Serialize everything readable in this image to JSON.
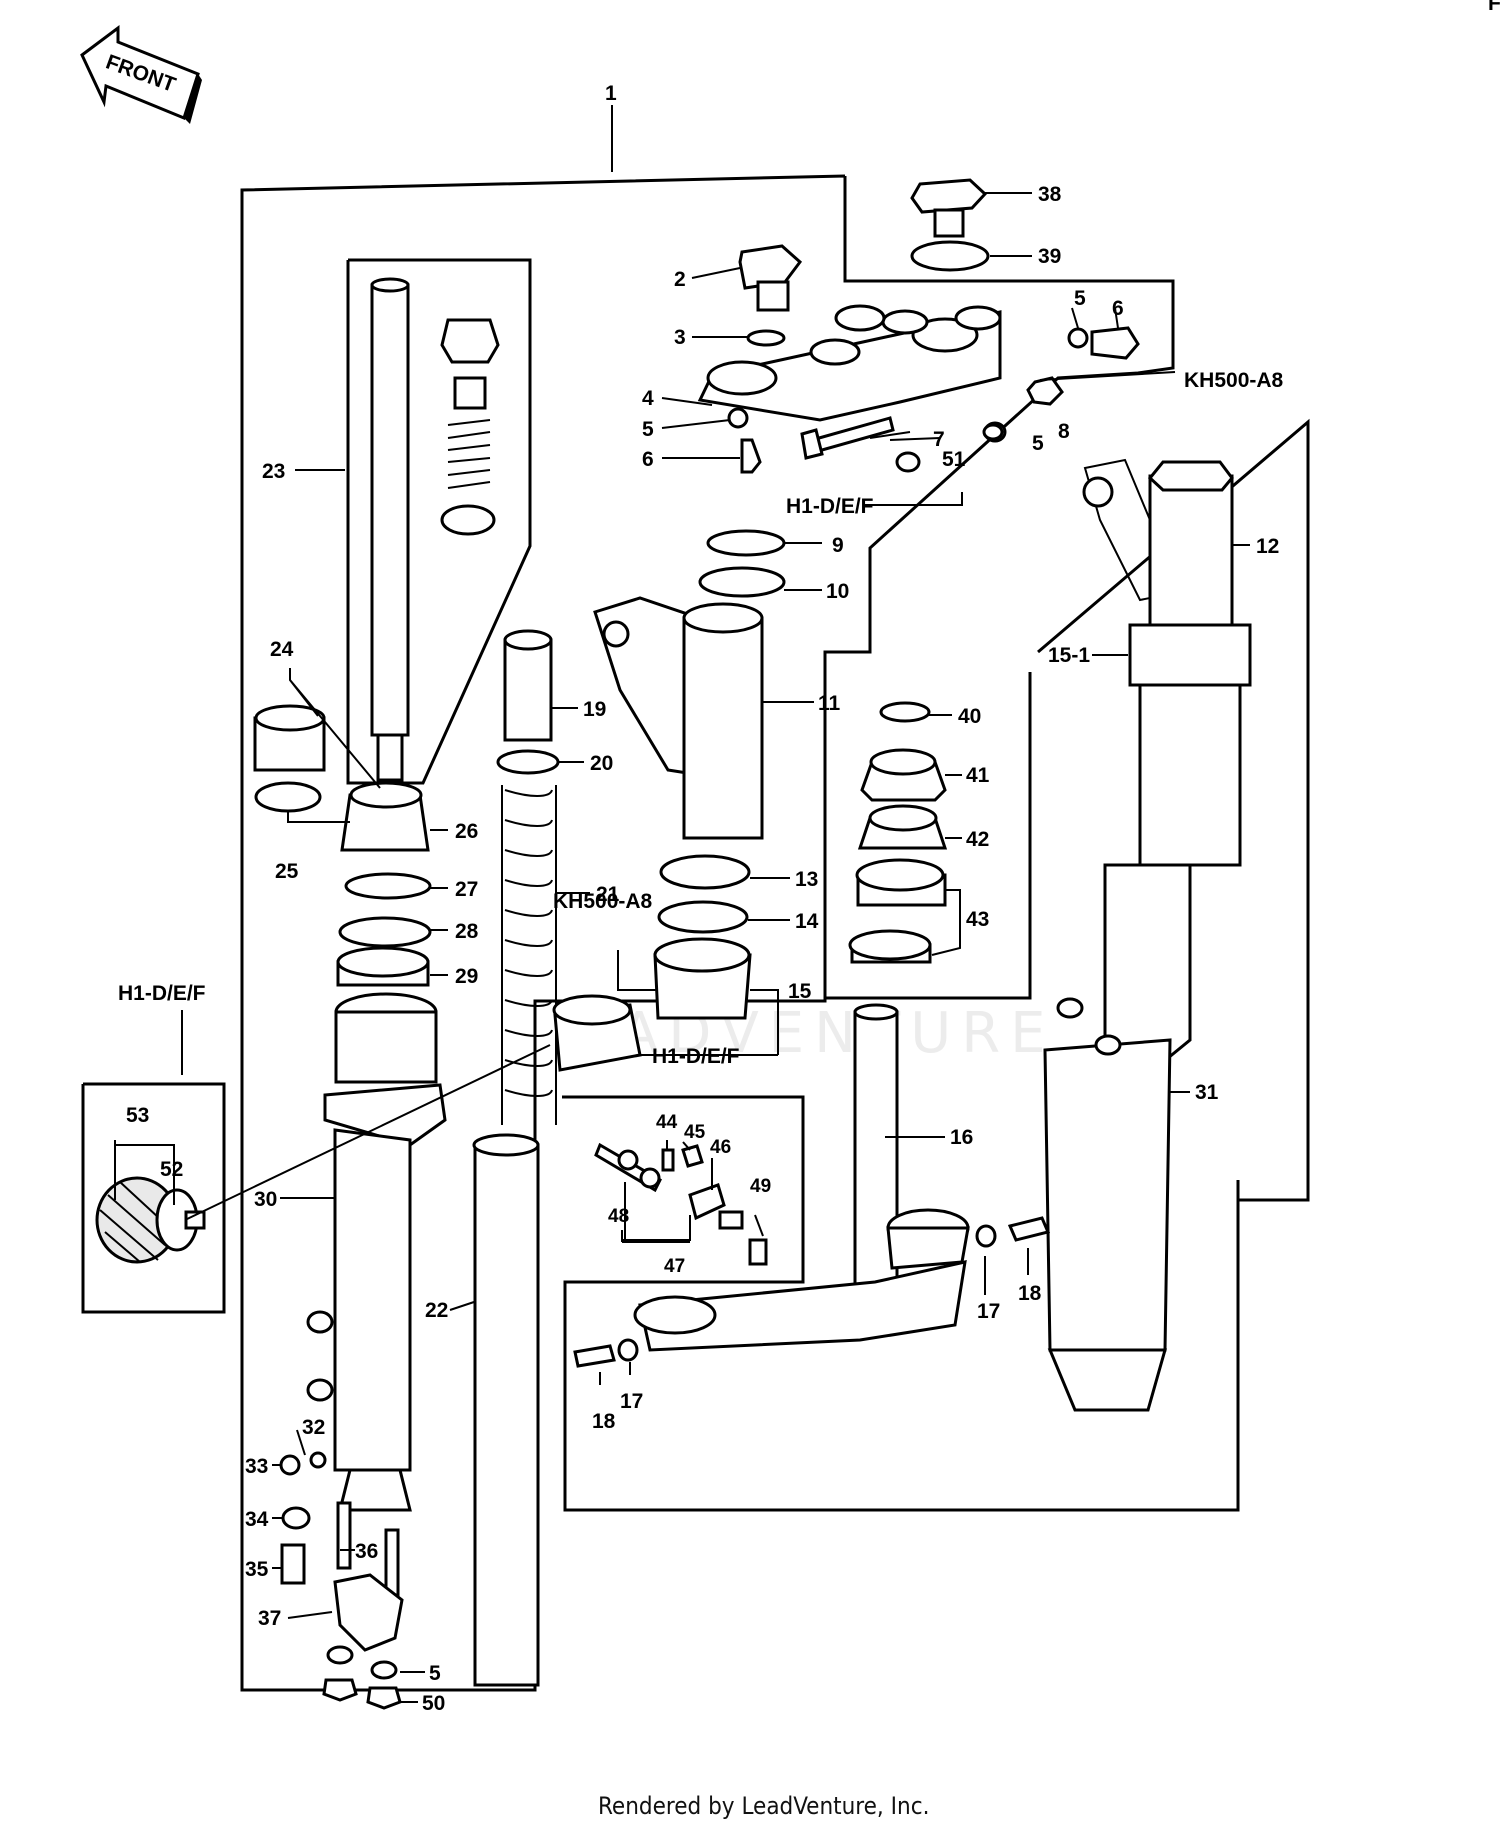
{
  "front_label": "FRONT",
  "corner_mark": "F",
  "footer": "Rendered by LeadVenture, Inc.",
  "watermark": "ADVENTURE",
  "model_codes": {
    "kh_top": "KH500-A8",
    "h1_top": "H1-D/E/F",
    "kh_mid": "KH500-A8",
    "h1_mid": "H1-D/E/F",
    "h1_left": "H1-D/E/F"
  },
  "callouts": [
    {
      "id": "c1",
      "text": "1"
    },
    {
      "id": "c2",
      "text": "2"
    },
    {
      "id": "c3",
      "text": "3"
    },
    {
      "id": "c4",
      "text": "4"
    },
    {
      "id": "c5a",
      "text": "5"
    },
    {
      "id": "c6a",
      "text": "6"
    },
    {
      "id": "c5b",
      "text": "5"
    },
    {
      "id": "c6b",
      "text": "6"
    },
    {
      "id": "c7",
      "text": "7"
    },
    {
      "id": "c5c",
      "text": "5"
    },
    {
      "id": "c8",
      "text": "8"
    },
    {
      "id": "c51",
      "text": "51"
    },
    {
      "id": "c38",
      "text": "38"
    },
    {
      "id": "c39",
      "text": "39"
    },
    {
      "id": "c9",
      "text": "9"
    },
    {
      "id": "c10",
      "text": "10"
    },
    {
      "id": "c11",
      "text": "11"
    },
    {
      "id": "c12",
      "text": "12"
    },
    {
      "id": "c15-1",
      "text": "15-1"
    },
    {
      "id": "c23",
      "text": "23"
    },
    {
      "id": "c24",
      "text": "24"
    },
    {
      "id": "c25",
      "text": "25"
    },
    {
      "id": "c26",
      "text": "26"
    },
    {
      "id": "c27",
      "text": "27"
    },
    {
      "id": "c28",
      "text": "28"
    },
    {
      "id": "c29",
      "text": "29"
    },
    {
      "id": "c19",
      "text": "19"
    },
    {
      "id": "c20",
      "text": "20"
    },
    {
      "id": "c21",
      "text": "21"
    },
    {
      "id": "c13",
      "text": "13"
    },
    {
      "id": "c14",
      "text": "14"
    },
    {
      "id": "c15",
      "text": "15"
    },
    {
      "id": "c40",
      "text": "40"
    },
    {
      "id": "c41",
      "text": "41"
    },
    {
      "id": "c42",
      "text": "42"
    },
    {
      "id": "c43",
      "text": "43"
    },
    {
      "id": "c53",
      "text": "53"
    },
    {
      "id": "c52",
      "text": "52"
    },
    {
      "id": "c30",
      "text": "30"
    },
    {
      "id": "c22",
      "text": "22"
    },
    {
      "id": "c16",
      "text": "16"
    },
    {
      "id": "c31",
      "text": "31"
    },
    {
      "id": "c44",
      "text": "44"
    },
    {
      "id": "c45",
      "text": "45"
    },
    {
      "id": "c46",
      "text": "46"
    },
    {
      "id": "c48",
      "text": "48"
    },
    {
      "id": "c49",
      "text": "49"
    },
    {
      "id": "c47",
      "text": "47"
    },
    {
      "id": "c17a",
      "text": "17"
    },
    {
      "id": "c18a",
      "text": "18"
    },
    {
      "id": "c17b",
      "text": "17"
    },
    {
      "id": "c18b",
      "text": "18"
    },
    {
      "id": "c32",
      "text": "32"
    },
    {
      "id": "c33",
      "text": "33"
    },
    {
      "id": "c34",
      "text": "34"
    },
    {
      "id": "c35",
      "text": "35"
    },
    {
      "id": "c36",
      "text": "36"
    },
    {
      "id": "c37",
      "text": "37"
    },
    {
      "id": "c5d",
      "text": "5"
    },
    {
      "id": "c50",
      "text": "50"
    }
  ]
}
